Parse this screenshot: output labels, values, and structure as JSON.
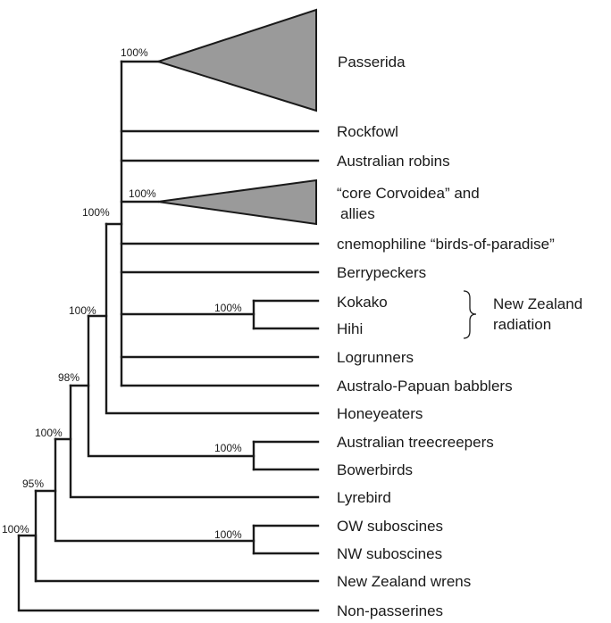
{
  "taxa": {
    "passerida": "Passerida",
    "rockfowl": "Rockfowl",
    "australian_robins": "Australian robins",
    "core_corvoidea_line1": "“core Corvoidea” and",
    "core_corvoidea_line2": "allies",
    "cnemophiline": "cnemophiline “birds-of-paradise”",
    "berrypeckers": "Berrypeckers",
    "kokako": "Kokako",
    "hihi": "Hihi",
    "logrunners": "Logrunners",
    "australo_papuan_babblers": "Australo-Papuan babblers",
    "honeyeaters": "Honeyeaters",
    "australian_treecreepers": "Australian treecreepers",
    "bowerbirds": "Bowerbirds",
    "lyrebird": "Lyrebird",
    "ow_suboscines": "OW suboscines",
    "nw_suboscines": "NW suboscines",
    "new_zealand_wrens": "New Zealand wrens",
    "non_passerines": "Non-passerines"
  },
  "support": {
    "passerida": "100%",
    "core_corvoidea": "100%",
    "kokako_hihi": "100%",
    "crown_clade": "100%",
    "with_honeyeaters": "100%",
    "with_bowerbirds": "98%",
    "with_lyrebird": "100%",
    "treecreepers_bowerbirds": "100%",
    "passeriformes": "95%",
    "suboscines": "100%",
    "root": "100%"
  },
  "group": {
    "nz_radiation_line1": "New Zealand",
    "nz_radiation_line2": "radiation"
  }
}
